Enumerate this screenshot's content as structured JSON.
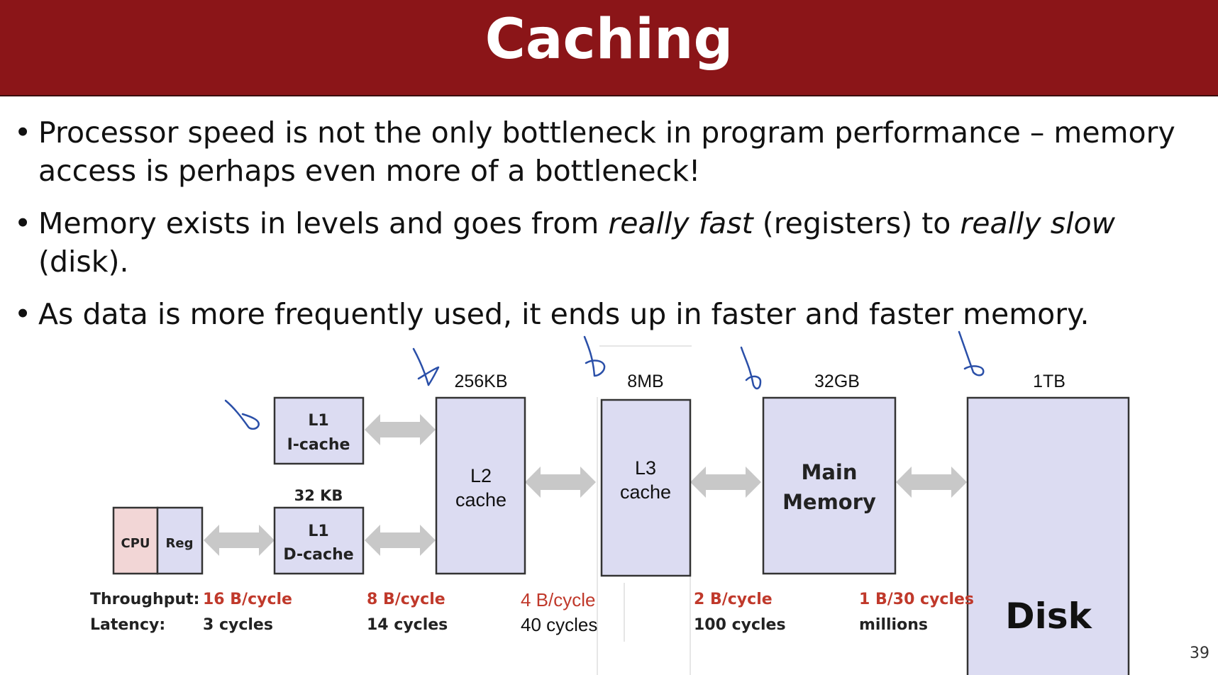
{
  "slide": {
    "title": "Caching",
    "page_number": "39"
  },
  "bullets": [
    {
      "parts": [
        "Processor speed is not the only bottleneck in program performance – memory access is perhaps even more of a bottleneck!"
      ]
    },
    {
      "parts": [
        "Memory exists in levels and goes from ",
        "really fast",
        " (registers) to ",
        "really slow",
        " (disk)."
      ]
    },
    {
      "parts": [
        "As data is more frequently used, it ends up in faster and faster memory."
      ]
    }
  ],
  "hierarchy": {
    "cpu": "CPU",
    "reg": "Reg",
    "l1_icache": {
      "line1": "L1",
      "line2": "I-cache"
    },
    "l1_dcache": {
      "line1": "L1",
      "line2": "D-cache"
    },
    "l1_size": "32 KB",
    "l2": {
      "line1": "L2",
      "line2": "cache",
      "size": "256KB"
    },
    "l3": {
      "line1": "L3",
      "line2": "cache",
      "size": "8MB"
    },
    "main": {
      "line1": "Main",
      "line2": "Memory",
      "size": "32GB"
    },
    "disk": {
      "label": "Disk",
      "size": "1TB"
    }
  },
  "metrics": {
    "throughput_label": "Throughput:",
    "latency_label": "Latency:",
    "throughput": [
      "16 B/cycle",
      "8 B/cycle",
      "4 B/cycle",
      "2 B/cycle",
      "1 B/30 cycles"
    ],
    "latency": [
      "3 cycles",
      "14 cycles",
      "40 cycles",
      "100 cycles",
      "millions"
    ]
  },
  "colors": {
    "title_bg": "#8b1518",
    "box_fill": "#dcdcf2",
    "cpu_fill": "#f2d6d6",
    "arrow": "#c8c8c8",
    "throughput_text": "#c0392b",
    "annotation": "#2a4fa8"
  }
}
